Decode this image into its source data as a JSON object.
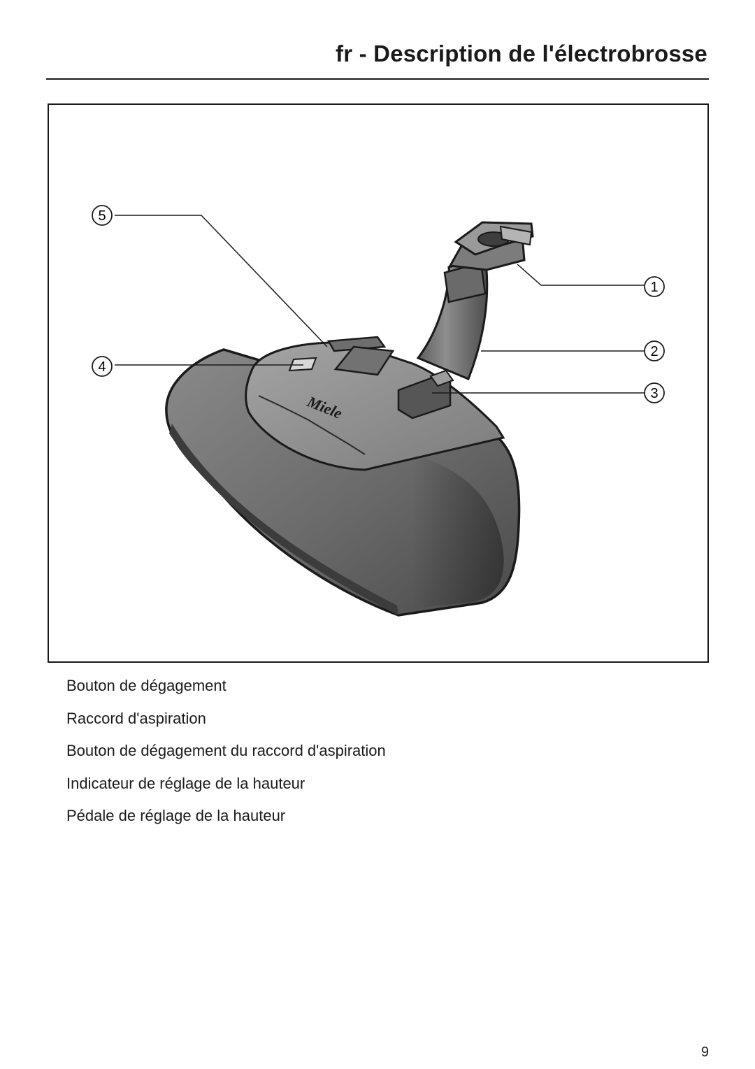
{
  "header": {
    "title": "fr - Description de l'électrobrosse"
  },
  "figure": {
    "brand_logo": "Miele",
    "callouts": [
      {
        "number": "1",
        "target": "Bouton de dégagement"
      },
      {
        "number": "2",
        "target": "Raccord d'aspiration"
      },
      {
        "number": "3",
        "target": "Bouton de dégagement du raccord d'aspiration"
      },
      {
        "number": "4",
        "target": "Indicateur de réglage de la hauteur"
      },
      {
        "number": "5",
        "target": "Pédale de réglage de la hauteur"
      }
    ]
  },
  "legend": {
    "items": [
      "Bouton de dégagement",
      "Raccord d'aspiration",
      "Bouton de dégagement du raccord d'aspiration",
      "Indicateur de réglage de la hauteur",
      "Pédale de réglage de la hauteur"
    ]
  },
  "footer": {
    "page_number": "9"
  }
}
